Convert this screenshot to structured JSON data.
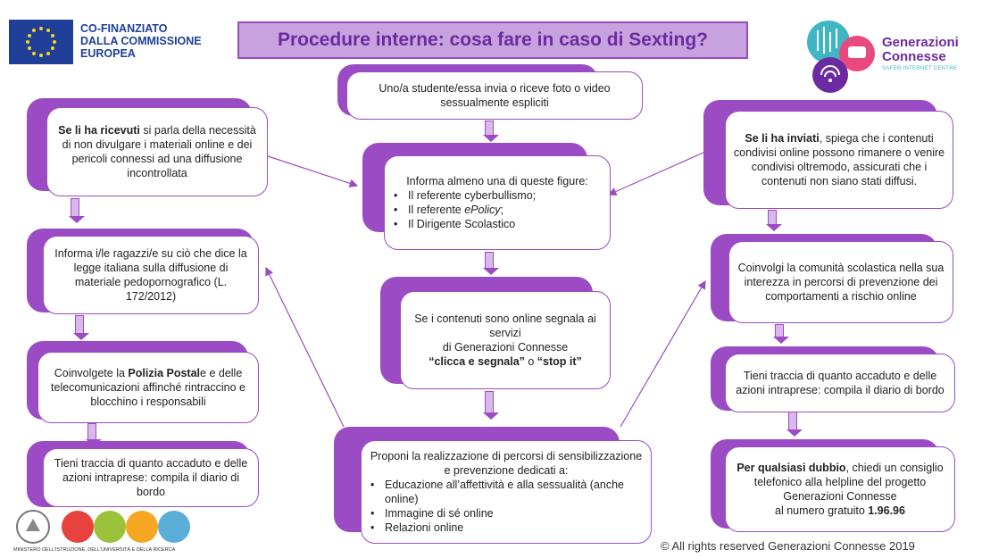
{
  "header": {
    "eu_lines": [
      "CO-FINANZIATO",
      "DALLA COMMISSIONE",
      "EUROPEA"
    ],
    "title": "Procedure interne: cosa fare in caso di Sexting?",
    "gc_name_line1": "Generazioni",
    "gc_name_line2": "Connesse",
    "gc_tagline": "SAFER INTERNET CENTRE"
  },
  "center": {
    "box1": "Uno/a studente/essa  invia o riceve foto o video sessualmente espliciti",
    "box2_intro": "Informa almeno una di queste figure:",
    "box2_items": [
      "Il referente cyberbullismo;",
      "Il referente ",
      "Il Dirigente Scolastico"
    ],
    "box2_item2_em": "ePolicy",
    "box2_item2_tail": ";",
    "box3_a": "Se i contenuti sono online segnala ai servizi",
    "box3_b": "di  Generazioni Connesse",
    "box3_c1": "“clicca e segnala”",
    "box3_c2": " o ",
    "box3_c3": "“stop it”",
    "box4_intro": "Proponi la realizzazione di percorsi di sensibilizzazione  e prevenzione dedicati a:",
    "box4_items": [
      "Educazione all’affettività e alla sessualità (anche online)",
      "Immagine di sé online",
      "Relazioni online"
    ]
  },
  "left": {
    "box1_bold": "Se li ha ricevuti",
    "box1_rest": " si parla della necessità di non divulgare i materiali online e dei pericoli connessi ad una diffusione incontrollata",
    "box2": "Informa i/le ragazzi/e su ciò che dice la legge italiana sulla diffusione di materiale pedopornografico (L. 172/2012)",
    "box3_a": "Coinvolgete la ",
    "box3_bold": "Polizia Postal",
    "box3_b": "e e delle telecomunicazioni affinché rintraccino e blocchino i responsabili",
    "box4": "Tieni traccia di quanto accaduto e delle azioni intraprese: compila il diario di bordo"
  },
  "right": {
    "box1_bold": "Se li ha inviati",
    "box1_rest": ", spiega che i contenuti condivisi online possono rimanere o venire condivisi oltremodo, assicurati che i contenuti non siano stati diffusi.",
    "box2": "Coinvolgi la comunità scolastica nella sua interezza in percorsi di prevenzione dei comportamenti a rischio online",
    "box3": "Tieni traccia di quanto accaduto e delle azioni intraprese: compila il diario di bordo",
    "box4_bold": "Per qualsiasi dubbio",
    "box4_rest": ", chiedi un consiglio telefonico alla helpline  del progetto Generazioni Connesse",
    "box4_num_pre": "al numero gratuito ",
    "box4_num": "1.96.96"
  },
  "footer": {
    "copyright": "© All rights reserved Generazioni Connesse  2019",
    "miur_caption": "MINISTERO DELL'ISTRUZIONE, DELL'UNIVERSITÀ E DELLA RICERCA"
  },
  "colors": {
    "accent": "#9b4cc4",
    "title_bg": "#c8a2de",
    "eu_blue": "#1f3f99",
    "teal": "#3fb6c4",
    "pink": "#e84a7f"
  }
}
